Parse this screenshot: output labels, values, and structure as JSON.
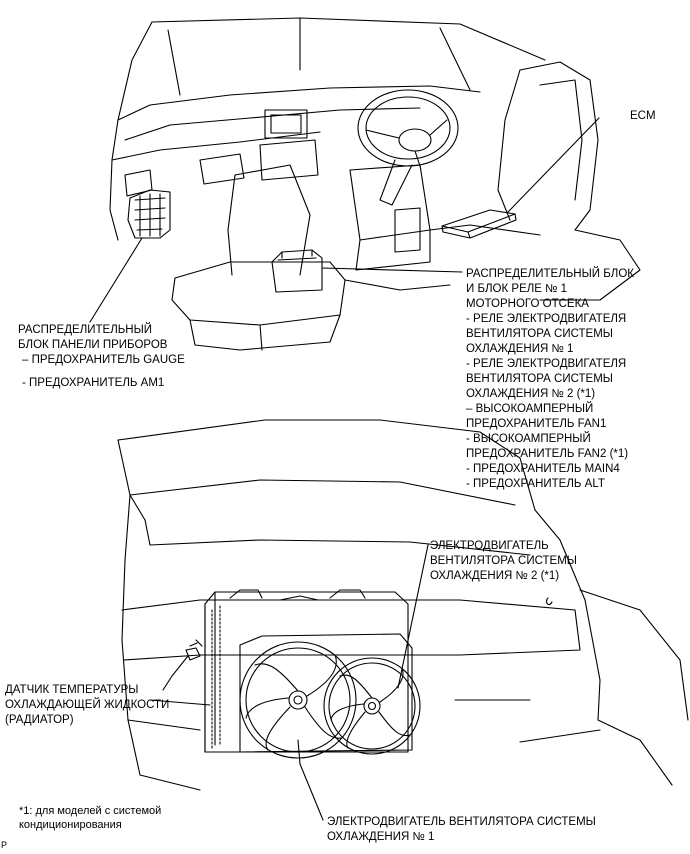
{
  "labels": {
    "ecm": "ECM",
    "ip_block": {
      "title_lines": [
        "РАСПРЕДЕЛИТЕЛЬНЫЙ",
        "БЛОК ПАНЕЛИ ПРИБОРОВ"
      ],
      "items": [
        "– ПРЕДОХРАНИТЕЛЬ GAUGE",
        "- ПРЕДОХРАНИТЕЛЬ AM1"
      ]
    },
    "engine_block": {
      "lines": [
        "РАСПРЕДЕЛИТЕЛЬНЫЙ БЛОК",
        "И БЛОК РЕЛЕ № 1",
        "МОТОРНОГО ОТСЕКА",
        "- РЕЛЕ ЭЛЕКТРОДВИГАТЕЛЯ",
        "ВЕНТИЛЯТОРА СИСТЕМЫ",
        "ОХЛАЖДЕНИЯ № 1",
        "- РЕЛЕ ЭЛЕКТРОДВИГАТЕЛЯ",
        "ВЕНТИЛЯТОРА СИСТЕМЫ",
        "ОХЛАЖДЕНИЯ № 2 (*1)",
        "– ВЫСОКОАМПЕРНЫЙ",
        "ПРЕДОХРАНИТЕЛЬ FAN1",
        "- ВЫСОКОАМПЕРНЫЙ",
        "ПРЕДОХРАНИТЕЛЬ FAN2 (*1)",
        "- ПРЕДОХРАНИТЕЛЬ MAIN4",
        "- ПРЕДОХРАНИТЕЛЬ ALT"
      ]
    },
    "fan_motor_2": [
      "ЭЛЕКТРОДВИГАТЕЛЬ",
      "ВЕНТИЛЯТОРА СИСТЕМЫ",
      "ОХЛАЖДЕНИЯ № 2 (*1)"
    ],
    "temp_sensor": [
      "ДАТЧИК ТЕМПЕРАТУРЫ",
      "ОХЛАЖДАЮЩЕЙ ЖИДКОСТИ",
      "(РАДИАТОР)"
    ],
    "footnote": [
      "*1: для моделей с системой",
      "кондиционирования"
    ],
    "fan_motor_1": [
      "ЭЛЕКТРОДВИГАТЕЛЬ ВЕНТИЛЯТОРА СИСТЕМЫ",
      "ОХЛАЖДЕНИЯ № 1"
    ],
    "corner_mark": "P"
  }
}
